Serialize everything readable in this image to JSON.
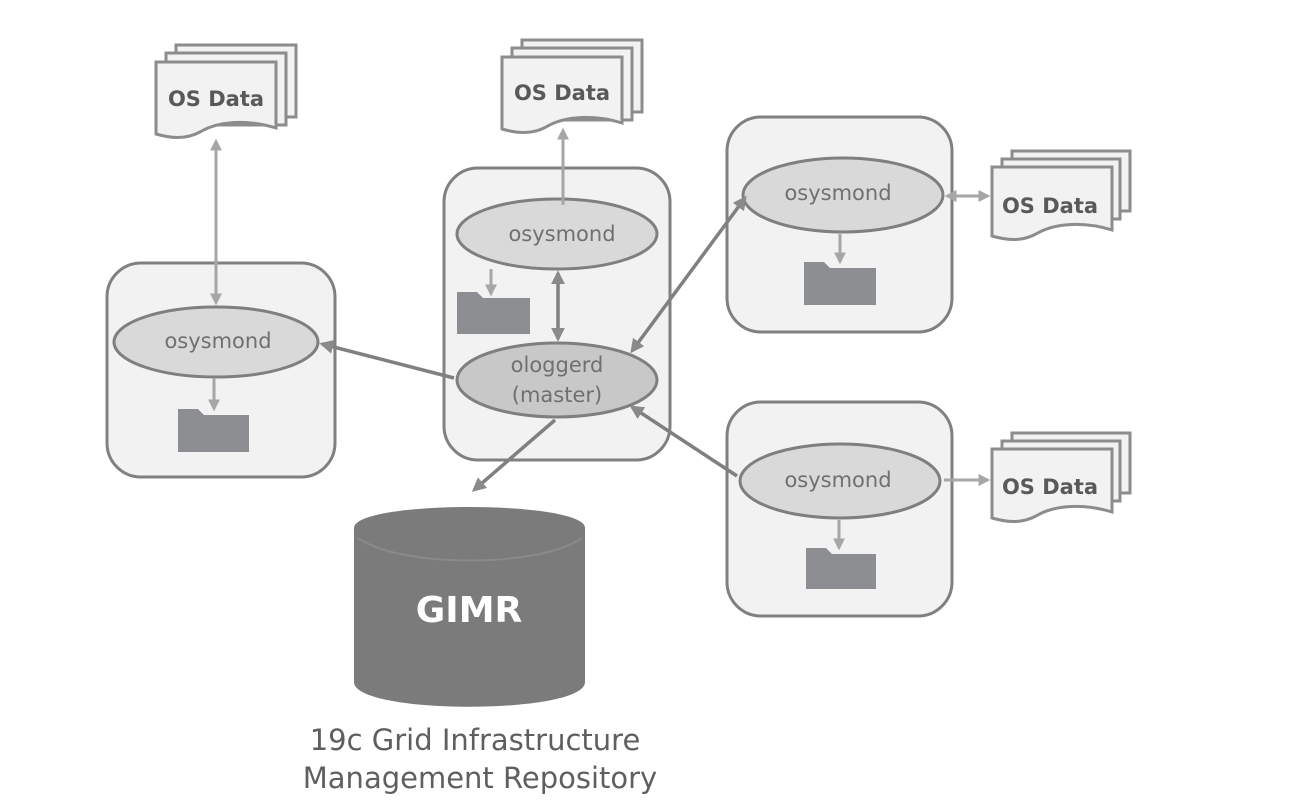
{
  "diagram": {
    "title": "Cluster Health Monitor architecture",
    "os_data_label": "OS Data",
    "nodes": [
      {
        "id": "node-left",
        "process": "osysmond",
        "os_data": "OS Data"
      },
      {
        "id": "node-center",
        "process": "osysmond",
        "master_process_line1": "ologgerd",
        "master_process_line2": "(master)",
        "os_data": "OS Data"
      },
      {
        "id": "node-top-right",
        "process": "osysmond",
        "os_data": "OS Data"
      },
      {
        "id": "node-bottom-right",
        "process": "osysmond",
        "os_data": "OS Data"
      }
    ],
    "repository": {
      "label": "GIMR",
      "caption_line1": "19c Grid Infrastructure",
      "caption_line2": "Management Repository"
    },
    "colors": {
      "box_fill": "#f2f2f2",
      "box_stroke": "#808080",
      "ellipse_fill": "#d9d9d9",
      "folder": "#8c8e91",
      "database": "#7b7b7b"
    }
  }
}
